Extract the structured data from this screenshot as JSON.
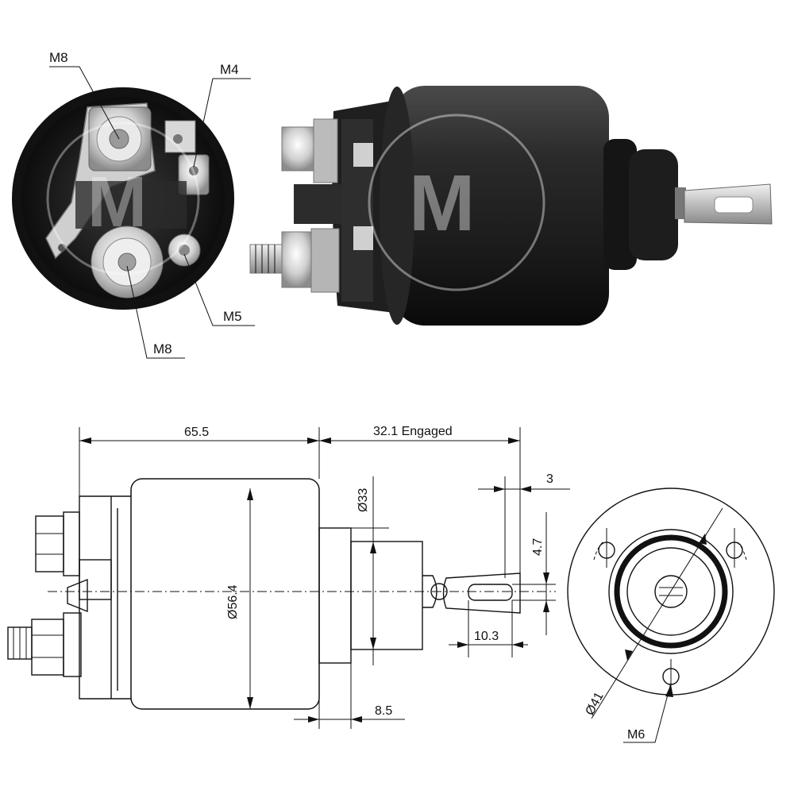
{
  "colors": {
    "background": "#ffffff",
    "line": "#111111",
    "body_dark": "#1c1c1c"
  },
  "photo_callouts": {
    "top_left_terminal": "M8",
    "top_right_terminal": "M4",
    "bottom_left_terminal": "M8",
    "bottom_right_terminal": "M5"
  },
  "dimensions": {
    "body_length": "65.5",
    "stroke_engaged": "32.1 Engaged",
    "body_diameter": "Ø56.4",
    "nose_diameter": "Ø33",
    "tab_offset": "3",
    "slot_width": "4.7",
    "slot_length": "10.3",
    "flange_gap": "8.5",
    "mount_circle": "Ø41",
    "mount_thread": "M6"
  },
  "logo_text": "M"
}
